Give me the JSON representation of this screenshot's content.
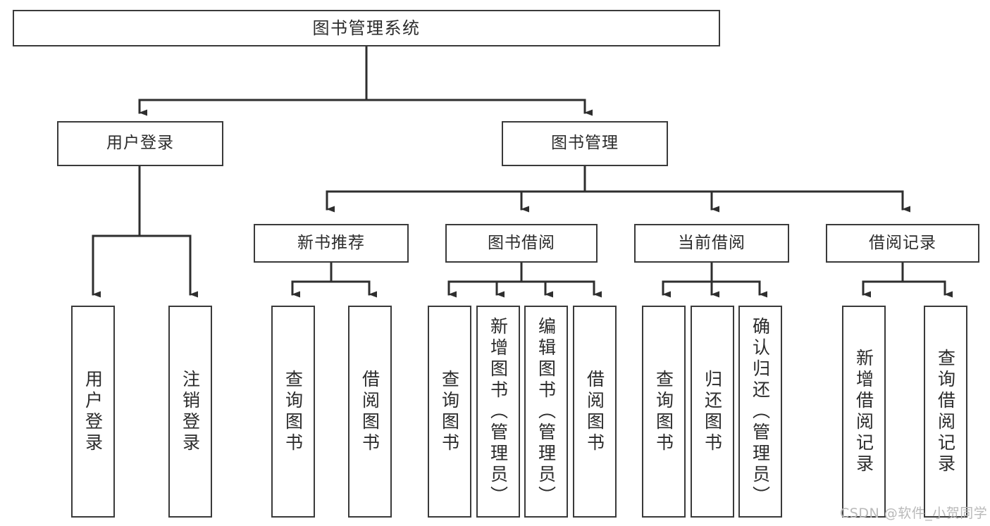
{
  "diagram": {
    "title": "图书管理系统",
    "type": "tree-hierarchy",
    "root": {
      "label": "图书管理系统"
    },
    "level1": [
      {
        "label": "用户登录"
      },
      {
        "label": "图书管理"
      }
    ],
    "level2": [
      {
        "label": "新书推荐"
      },
      {
        "label": "图书借阅"
      },
      {
        "label": "当前借阅"
      },
      {
        "label": "借阅记录"
      }
    ],
    "leaves": {
      "user_login": [
        {
          "label": "用户登录"
        },
        {
          "label": "注销登录"
        }
      ],
      "new_book_recommend": [
        {
          "label": "查询图书"
        },
        {
          "label": "借阅图书"
        }
      ],
      "book_borrow": [
        {
          "label": "查询图书"
        },
        {
          "label": "新增图书（管理员）"
        },
        {
          "label": "编辑图书（管理员）"
        },
        {
          "label": "借阅图书"
        }
      ],
      "current_borrow": [
        {
          "label": "查询图书"
        },
        {
          "label": "归还图书"
        },
        {
          "label": "确认归还（管理员）"
        }
      ],
      "borrow_record": [
        {
          "label": "新增借阅记录"
        },
        {
          "label": "查询借阅记录"
        }
      ]
    }
  },
  "watermark": {
    "text": "CSDN @软件_小贺同学"
  },
  "colors": {
    "border": "#3a3a3a",
    "background": "#ffffff",
    "text": "#2b2b2b",
    "watermark": "#b9b9b9"
  }
}
